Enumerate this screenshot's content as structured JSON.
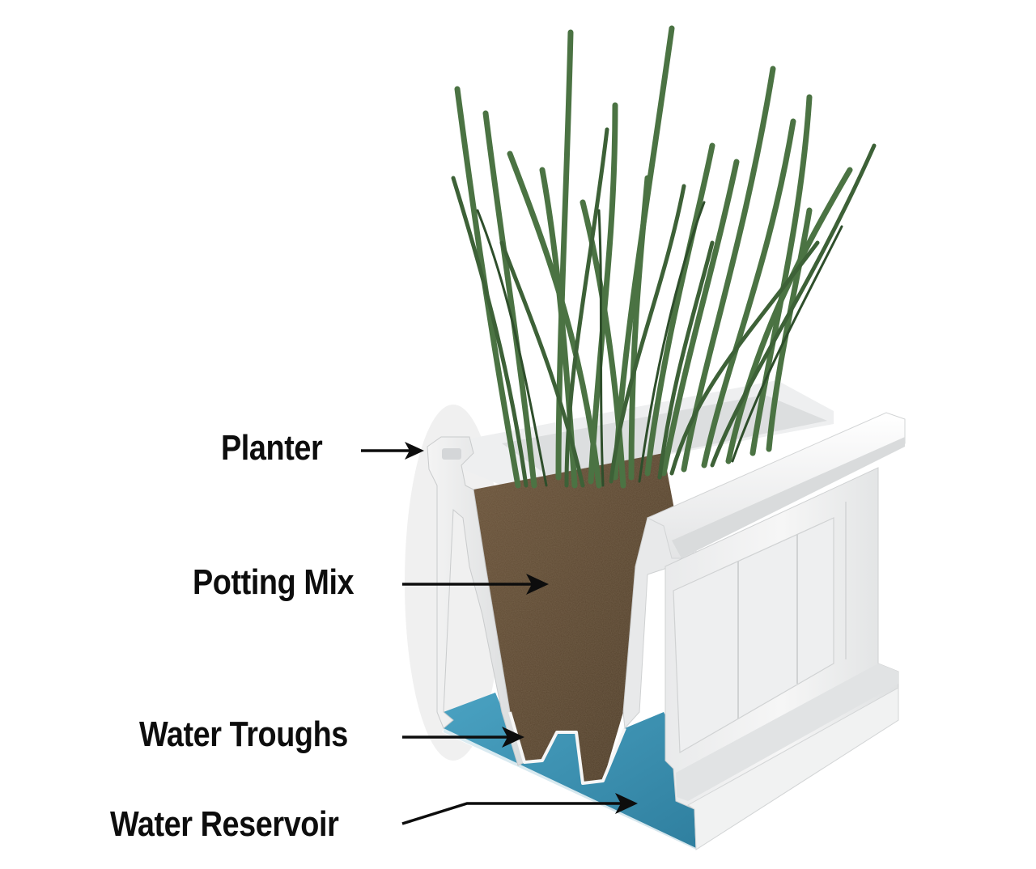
{
  "diagram": {
    "subject": "Self-watering planter cutaway",
    "labels": [
      {
        "id": "planter",
        "text": "Planter"
      },
      {
        "id": "potting-mix",
        "text": "Potting Mix"
      },
      {
        "id": "water-troughs",
        "text": "Water Troughs"
      },
      {
        "id": "water-reservoir",
        "text": "Water Reservoir"
      }
    ],
    "colors": {
      "background": "#ffffff",
      "planter_white": "#f3f3f3",
      "planter_shadow": "#d6d8da",
      "soil": "#5a4630",
      "water": "#3f93b3",
      "grass": "#4b7343",
      "grass_dark": "#2e4e2b",
      "label_text": "#0d0d0d",
      "arrow": "#0d0d0d"
    }
  }
}
